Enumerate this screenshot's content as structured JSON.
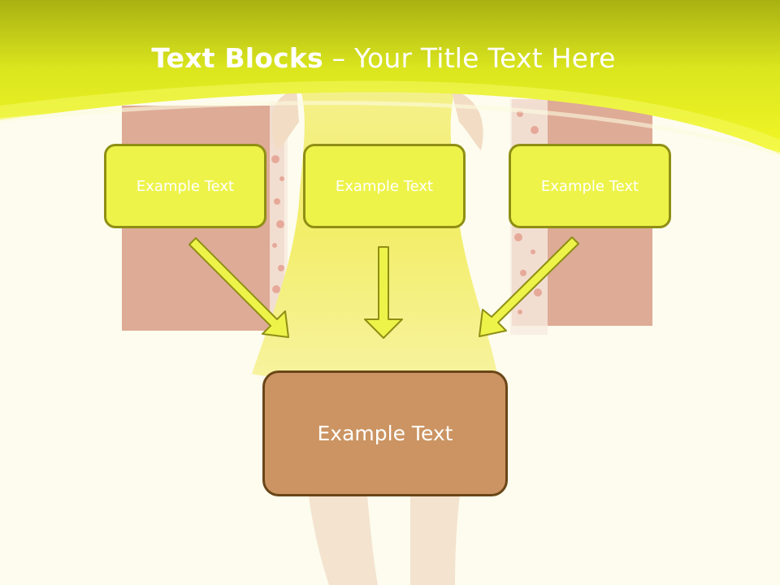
{
  "slide": {
    "title_bold": "Text Blocks",
    "title_rest": " – Your Title Text Here",
    "blocks": [
      {
        "label": "Example Text"
      },
      {
        "label": "Example Text"
      },
      {
        "label": "Example Text"
      }
    ],
    "result_block": {
      "label": "Example Text"
    }
  },
  "colors": {
    "header_green": "#e6ee1e",
    "block_fill": "#eef34a",
    "block_border": "#8f8f14",
    "result_fill": "#cb9462",
    "result_border": "#6a4518"
  }
}
